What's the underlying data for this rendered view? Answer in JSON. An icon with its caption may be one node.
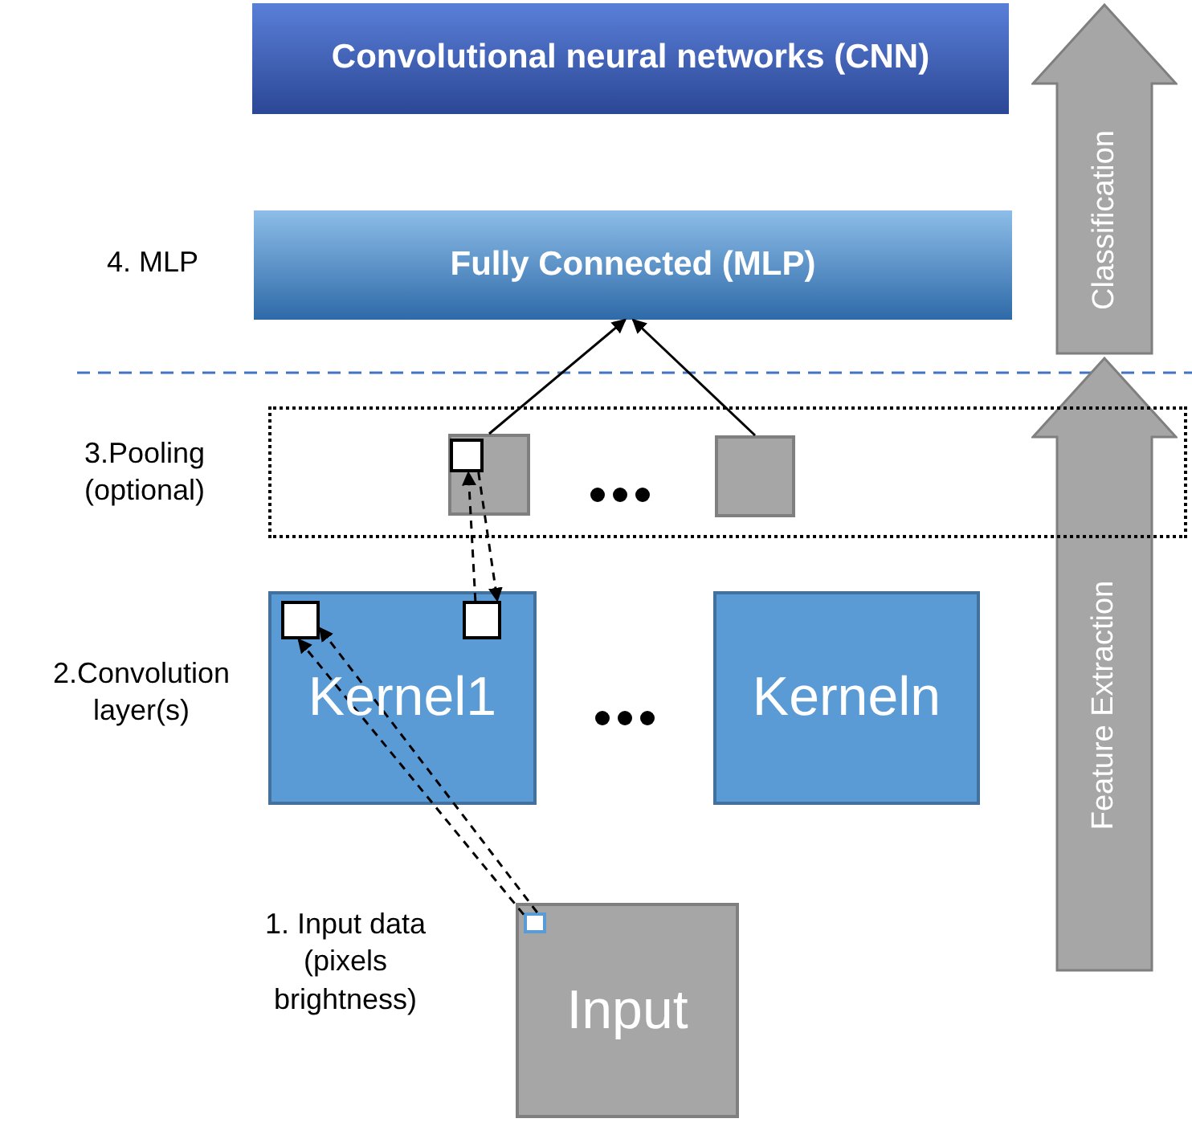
{
  "diagram": {
    "nodes": [
      {
        "text": [
          "Convolutional  neural networks (CNN)"
        ]
      },
      {
        "text": [
          "Fully Connected (MLP)"
        ]
      },
      {
        "text": [
          "Classification"
        ]
      },
      {
        "text": [
          "Feature Extraction"
        ]
      },
      {
        "text": [],
        "shape": "box"
      },
      {
        "text": [],
        "shape": "box",
        "in": 4
      },
      {
        "text": [],
        "shape": "box",
        "in": 5
      },
      {
        "text": [],
        "shape": "box",
        "in": 4
      },
      {
        "text": [
          "Kernel1"
        ]
      },
      {
        "text": [],
        "shape": "box",
        "in": 8
      },
      {
        "text": [],
        "shape": "box",
        "in": 8
      },
      {
        "text": [
          "Kerneln"
        ]
      },
      {
        "text": [
          "Input"
        ]
      },
      {
        "text": [],
        "shape": "box",
        "in": 12
      }
    ],
    "edges": [
      {
        "from": 5,
        "to": 1,
        "arrow": "to"
      },
      {
        "from": 7,
        "to": 1,
        "arrow": "to"
      },
      {
        "from": 10,
        "to": 6,
        "arrow": "to",
        "style": "dashed"
      },
      {
        "from": 6,
        "to": 10,
        "arrow": "to",
        "style": "dashed"
      },
      {
        "from": 13,
        "to": 9,
        "arrow": "to",
        "style": "dashed"
      },
      {
        "from": 13,
        "to": 9,
        "arrow": "to",
        "style": "dashed"
      }
    ],
    "labels": [
      "4. MLP",
      "3.Pooling (optional)",
      "2.Convolution layer(s)",
      "1. Input data (pixels brightness)"
    ]
  }
}
